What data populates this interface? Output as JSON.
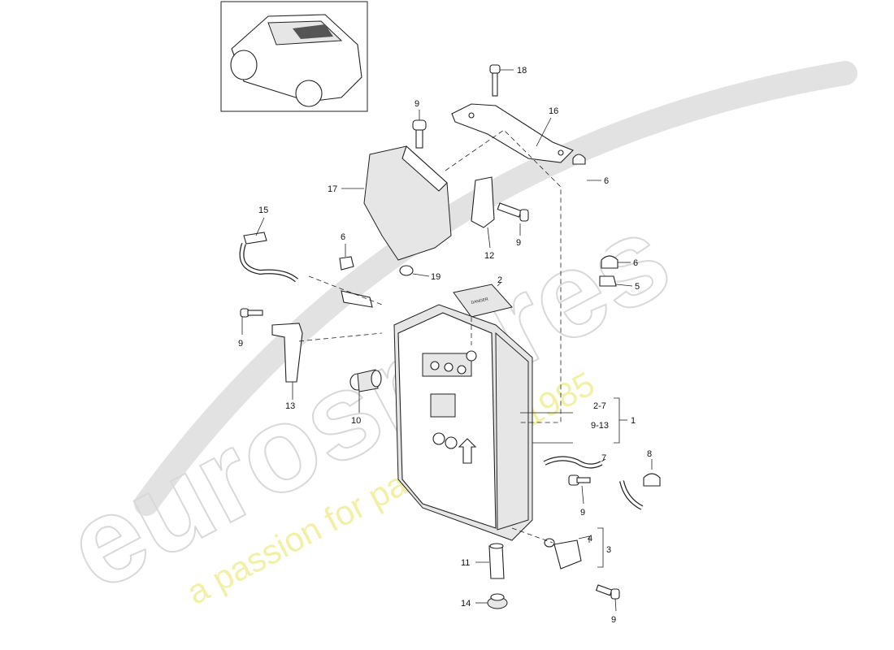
{
  "watermark": {
    "brand": "eurospares",
    "tagline": "a passion for parts since 1985"
  },
  "label_text": "DANGER",
  "callouts": {
    "c18": "18",
    "c9_top": "9",
    "c16": "16",
    "c17": "17",
    "c6_top": "6",
    "c15": "15",
    "c9_mid": "9",
    "c6_left": "6",
    "c12": "12",
    "c19": "19",
    "c6_right": "6",
    "c5": "5",
    "c2": "2",
    "c9_left": "9",
    "c13": "13",
    "c10": "10",
    "c27": "2-7",
    "c913": "9-13",
    "c1": "1",
    "c7": "7",
    "c8": "8",
    "c9_lower": "9",
    "c4": "4",
    "c3": "3",
    "c11": "11",
    "c14": "14",
    "c9_bottom": "9"
  },
  "colors": {
    "line": "#222222",
    "watermark_grey": "#d8d8d8",
    "watermark_yellow": "#f2f0a6"
  }
}
